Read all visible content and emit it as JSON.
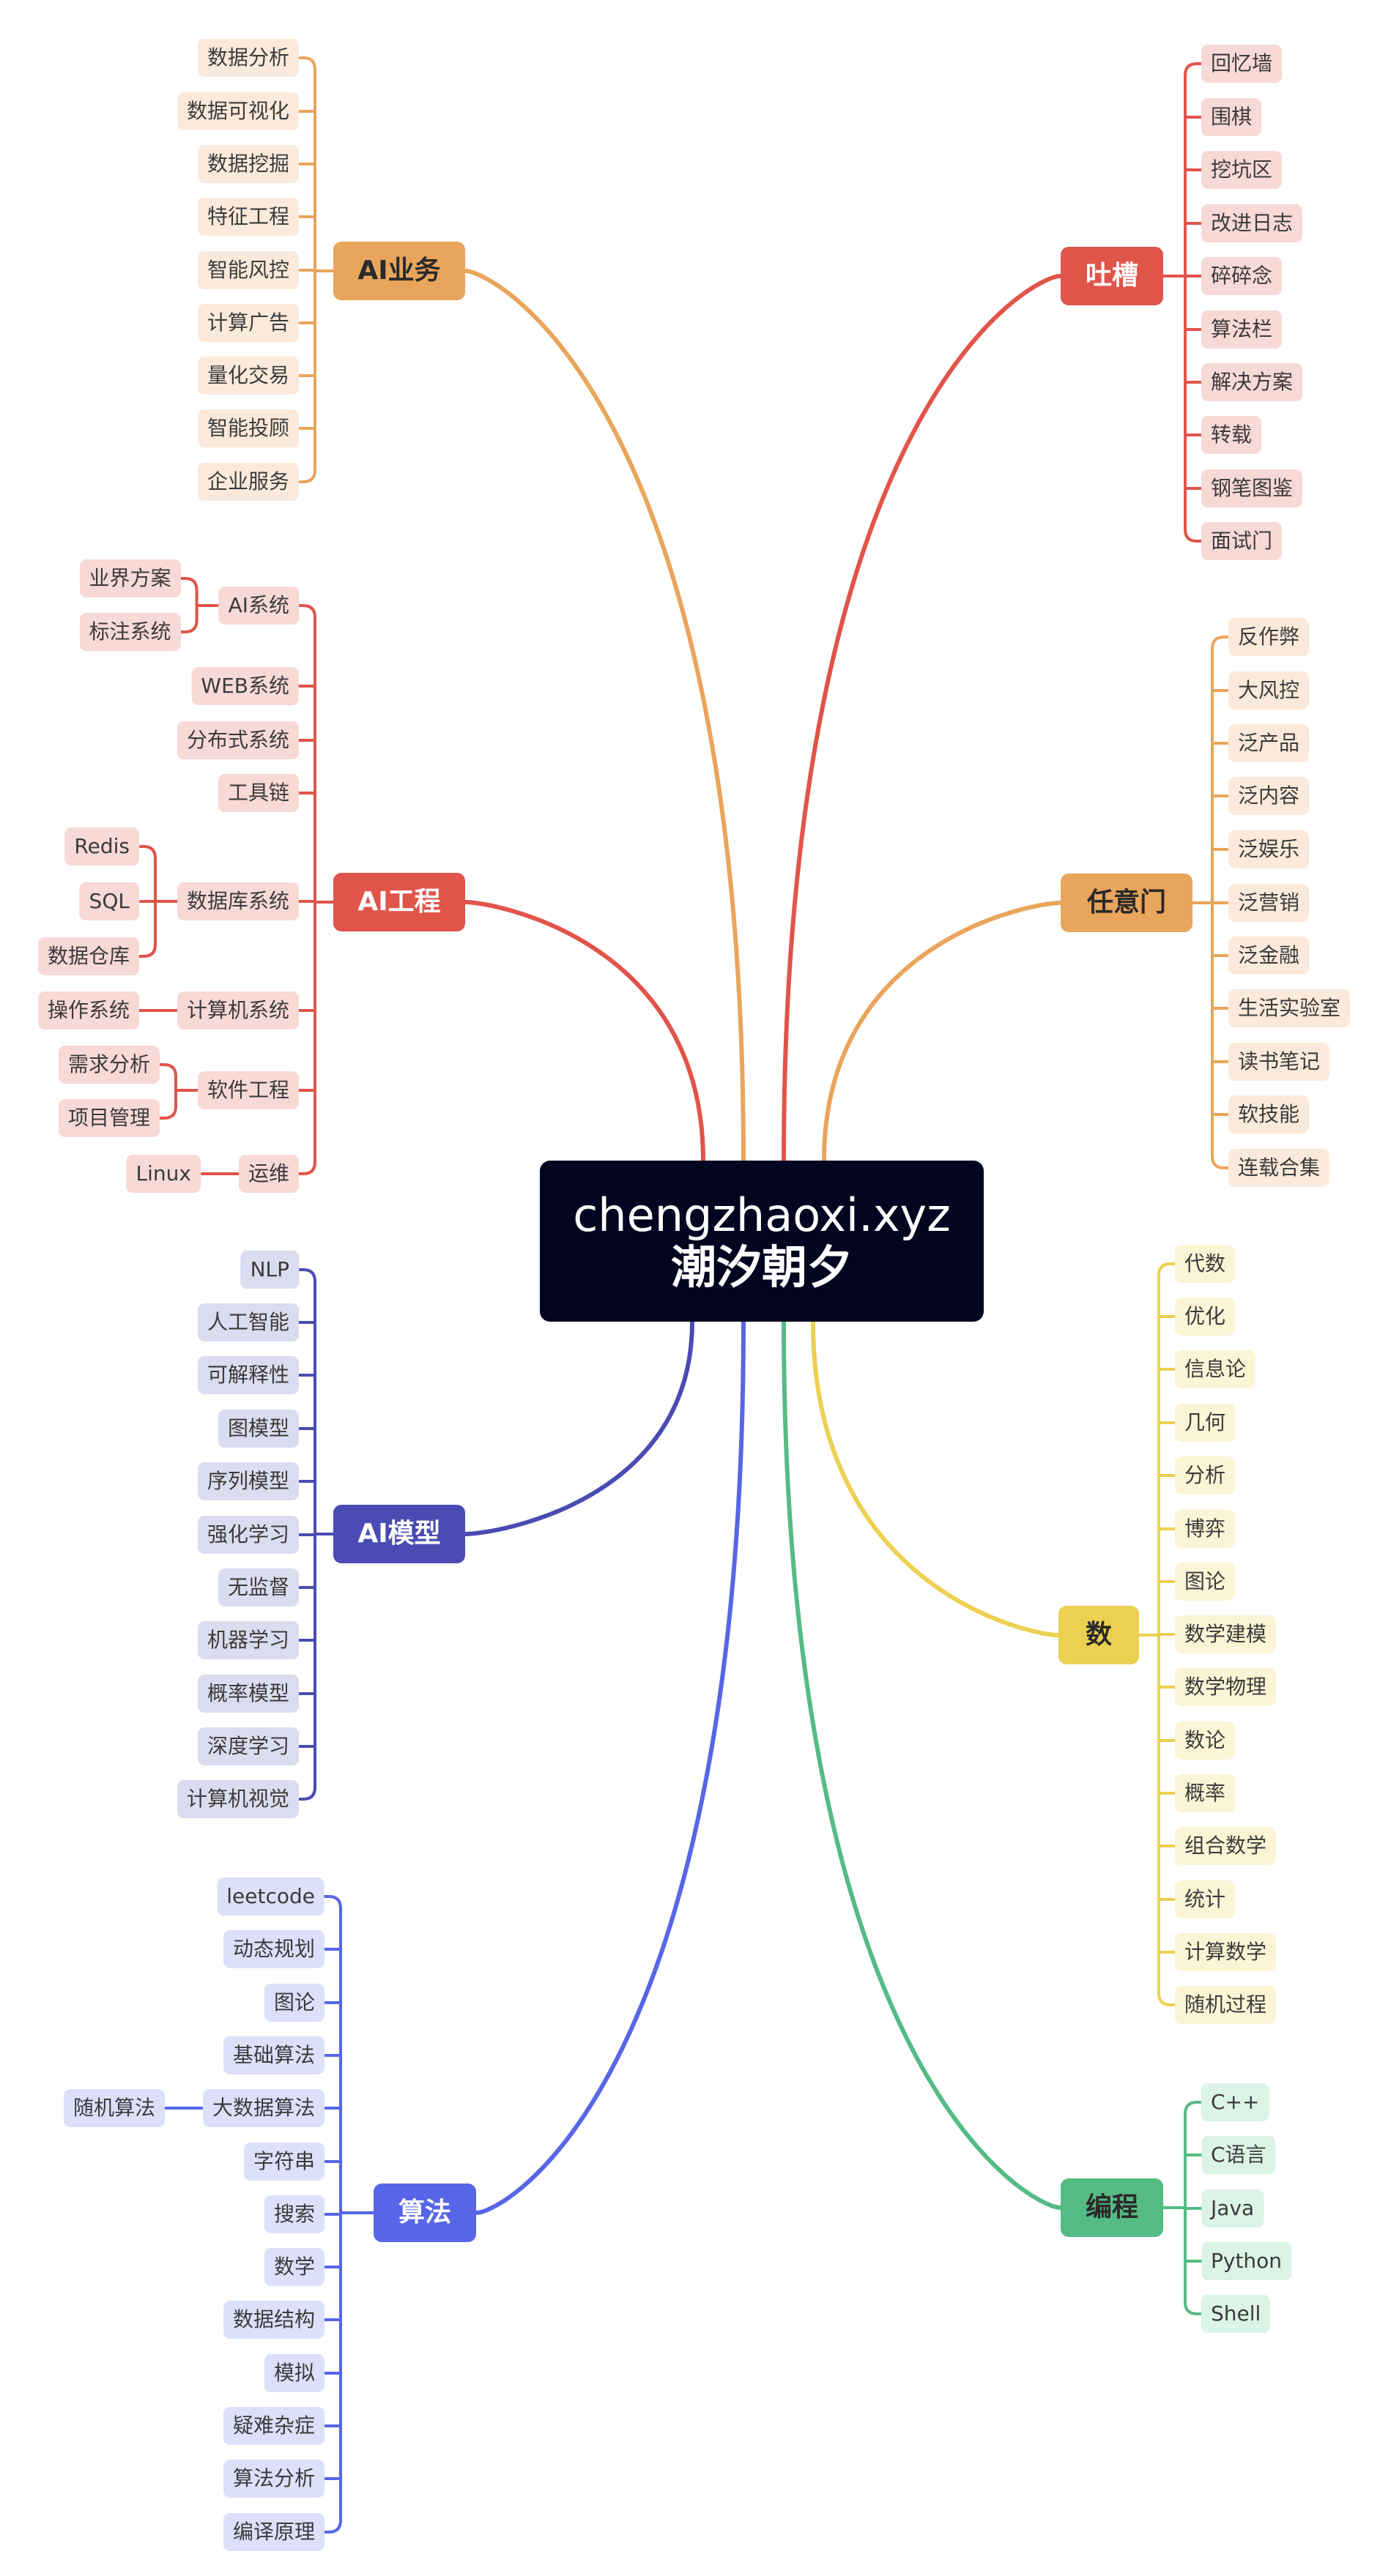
{
  "root": {
    "title": "chengzhaoxi.xyz",
    "subtitle": "潮汐朝夕"
  },
  "branches": [
    {
      "id": "ai-business",
      "label": "AI业务",
      "color": "#e9a55c",
      "leaf_bg": "#fbeadb",
      "text": "#2a2a2a",
      "children": [
        {
          "label": "数据分析"
        },
        {
          "label": "数据可视化"
        },
        {
          "label": "数据挖掘"
        },
        {
          "label": "特征工程"
        },
        {
          "label": "智能风控"
        },
        {
          "label": "计算广告"
        },
        {
          "label": "量化交易"
        },
        {
          "label": "智能投顾"
        },
        {
          "label": "企业服务"
        }
      ]
    },
    {
      "id": "ai-engineering",
      "label": "AI工程",
      "color": "#e0544a",
      "leaf_bg": "#f7d9d6",
      "text": "#ffffff",
      "children": [
        {
          "label": "AI系统",
          "children": [
            {
              "label": "业界方案"
            },
            {
              "label": "标注系统"
            }
          ]
        },
        {
          "label": "WEB系统"
        },
        {
          "label": "分布式系统"
        },
        {
          "label": "工具链"
        },
        {
          "label": "数据库系统",
          "children": [
            {
              "label": "Redis"
            },
            {
              "label": "SQL"
            },
            {
              "label": "数据仓库"
            }
          ]
        },
        {
          "label": "计算机系统",
          "children": [
            {
              "label": "操作系统"
            }
          ]
        },
        {
          "label": "软件工程",
          "children": [
            {
              "label": "需求分析"
            },
            {
              "label": "项目管理"
            }
          ]
        },
        {
          "label": "运维",
          "children": [
            {
              "label": "Linux"
            }
          ]
        }
      ]
    },
    {
      "id": "ai-model",
      "label": "AI模型",
      "color": "#4a4cb3",
      "leaf_bg": "#dcdcf0",
      "text": "#ffffff",
      "children": [
        {
          "label": "NLP"
        },
        {
          "label": "人工智能"
        },
        {
          "label": "可解释性"
        },
        {
          "label": "图模型"
        },
        {
          "label": "序列模型"
        },
        {
          "label": "强化学习"
        },
        {
          "label": "无监督"
        },
        {
          "label": "机器学习"
        },
        {
          "label": "概率模型"
        },
        {
          "label": "深度学习"
        },
        {
          "label": "计算机视觉"
        }
      ]
    },
    {
      "id": "algorithm",
      "label": "算法",
      "color": "#5766e6",
      "leaf_bg": "#dde0fa",
      "text": "#ffffff",
      "children": [
        {
          "label": "leetcode"
        },
        {
          "label": "动态规划"
        },
        {
          "label": "图论"
        },
        {
          "label": "基础算法"
        },
        {
          "label": "大数据算法",
          "children": [
            {
              "label": "随机算法"
            }
          ]
        },
        {
          "label": "字符串"
        },
        {
          "label": "搜索"
        },
        {
          "label": "数学"
        },
        {
          "label": "数据结构"
        },
        {
          "label": "模拟"
        },
        {
          "label": "疑难杂症"
        },
        {
          "label": "算法分析"
        },
        {
          "label": "编译原理"
        }
      ]
    },
    {
      "id": "rant",
      "label": "吐槽",
      "color": "#e0544a",
      "leaf_bg": "#f7d9d6",
      "text": "#ffffff",
      "children": [
        {
          "label": "回忆墙"
        },
        {
          "label": "围棋"
        },
        {
          "label": "挖坑区"
        },
        {
          "label": "改进日志"
        },
        {
          "label": "碎碎念"
        },
        {
          "label": "算法栏"
        },
        {
          "label": "解决方案"
        },
        {
          "label": "转载"
        },
        {
          "label": "钢笔图鉴"
        },
        {
          "label": "面试门"
        }
      ]
    },
    {
      "id": "any-door",
      "label": "任意门",
      "color": "#e9a55c",
      "leaf_bg": "#fbeadb",
      "text": "#2a2a2a",
      "children": [
        {
          "label": "反作弊"
        },
        {
          "label": "大风控"
        },
        {
          "label": "泛产品"
        },
        {
          "label": "泛内容"
        },
        {
          "label": "泛娱乐"
        },
        {
          "label": "泛营销"
        },
        {
          "label": "泛金融"
        },
        {
          "label": "生活实验室"
        },
        {
          "label": "读书笔记"
        },
        {
          "label": "软技能"
        },
        {
          "label": "连载合集"
        }
      ]
    },
    {
      "id": "math",
      "label": "数",
      "color": "#ecd050",
      "leaf_bg": "#fbf4d5",
      "text": "#2a2a2a",
      "children": [
        {
          "label": "代数"
        },
        {
          "label": "优化"
        },
        {
          "label": "信息论"
        },
        {
          "label": "几何"
        },
        {
          "label": "分析"
        },
        {
          "label": "博弈"
        },
        {
          "label": "图论"
        },
        {
          "label": "数学建模"
        },
        {
          "label": "数学物理"
        },
        {
          "label": "数论"
        },
        {
          "label": "概率"
        },
        {
          "label": "组合数学"
        },
        {
          "label": "统计"
        },
        {
          "label": "计算数学"
        },
        {
          "label": "随机过程"
        }
      ]
    },
    {
      "id": "programming",
      "label": "编程",
      "color": "#55bb84",
      "leaf_bg": "#dcf3e7",
      "text": "#2a2a2a",
      "children": [
        {
          "label": "C++"
        },
        {
          "label": "C语言"
        },
        {
          "label": "Java"
        },
        {
          "label": "Python"
        },
        {
          "label": "Shell"
        }
      ]
    }
  ]
}
